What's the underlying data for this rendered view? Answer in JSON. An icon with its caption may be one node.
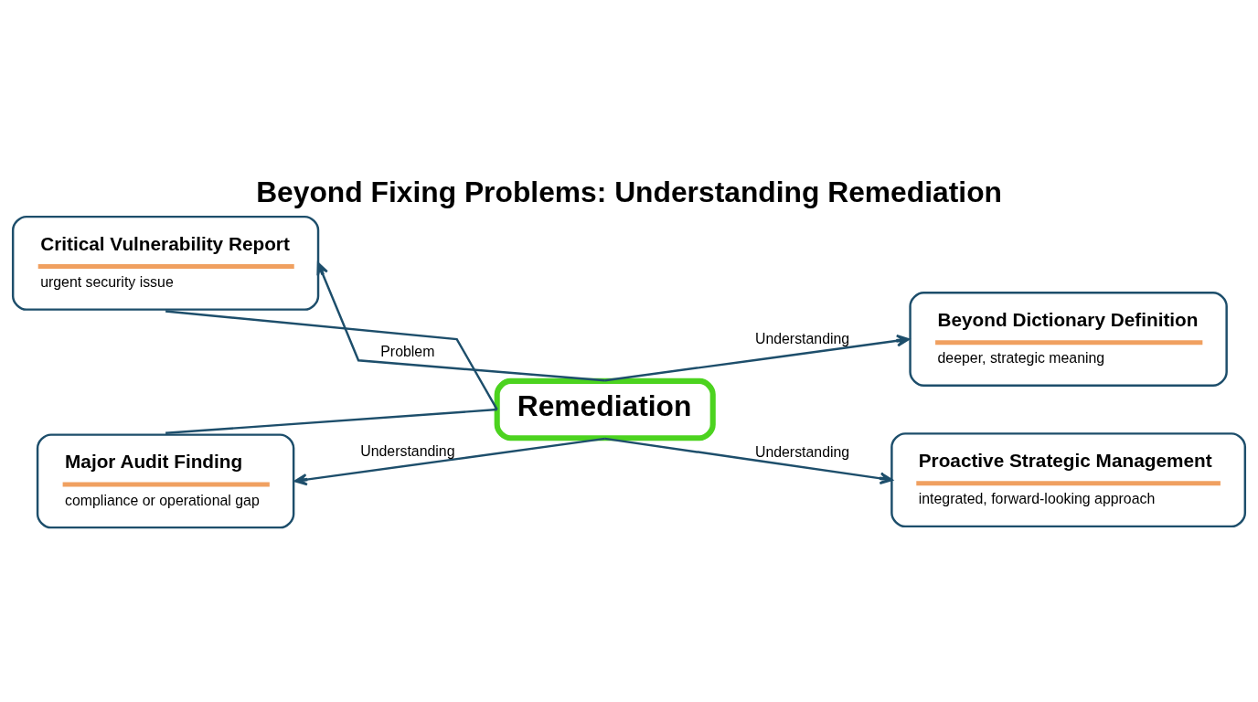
{
  "diagram": {
    "title": "Beyond Fixing Problems: Understanding Remediation",
    "nodes": [
      {
        "text": [
          "Critical Vulnerability Report",
          "urgent security issue"
        ]
      },
      {
        "text": [
          "Beyond Dictionary Definition",
          "deeper, strategic meaning"
        ]
      },
      {
        "text": [
          "Remediation"
        ]
      },
      {
        "text": [
          "Major Audit Finding",
          "compliance or operational gap"
        ]
      },
      {
        "text": [
          "Proactive Strategic Management",
          "integrated, forward-looking approach"
        ]
      }
    ],
    "edges": [
      {
        "from": 2,
        "to": 0,
        "arrow": "to",
        "label": "Problem"
      },
      {
        "from": 0,
        "to": 2,
        "arrow": "none"
      },
      {
        "from": 2,
        "to": 1,
        "arrow": "to",
        "label": "Understanding"
      },
      {
        "from": 3,
        "to": 2,
        "arrow": "none"
      },
      {
        "from": 2,
        "to": 3,
        "arrow": "to",
        "label": "Understanding"
      },
      {
        "from": 2,
        "to": 4,
        "arrow": "to",
        "label": "Understanding"
      }
    ]
  }
}
